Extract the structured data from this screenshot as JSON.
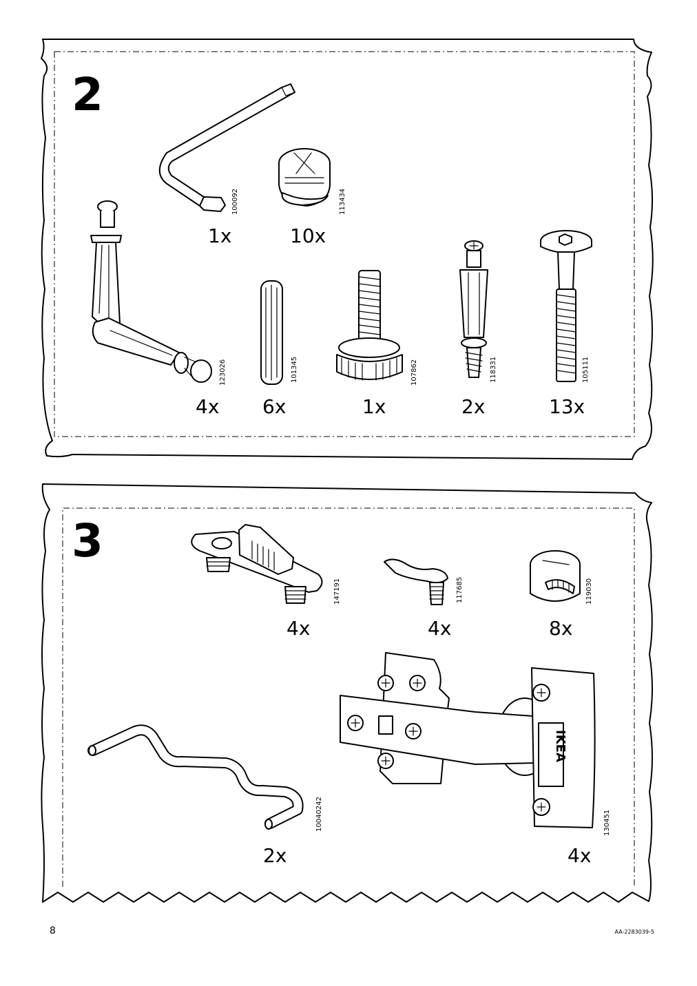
{
  "steps": [
    {
      "number": "2",
      "parts": [
        {
          "code": "100092",
          "qty": "1x",
          "icon": "allen-key-icon"
        },
        {
          "code": "113434",
          "qty": "10x",
          "icon": "cam-lock-icon"
        },
        {
          "code": "123026",
          "qty": "4x",
          "icon": "cam-pin-icon"
        },
        {
          "code": "101345",
          "qty": "6x",
          "icon": "wooden-dowel-icon"
        },
        {
          "code": "107862",
          "qty": "1x",
          "icon": "adjustable-foot-icon"
        },
        {
          "code": "118331",
          "qty": "2x",
          "icon": "connector-bolt-icon"
        },
        {
          "code": "105111",
          "qty": "13x",
          "icon": "hex-bolt-icon"
        }
      ]
    },
    {
      "number": "3",
      "parts": [
        {
          "code": "147191",
          "qty": "4x",
          "icon": "drawer-clip-icon"
        },
        {
          "code": "117685",
          "qty": "4x",
          "icon": "shelf-support-icon"
        },
        {
          "code": "119030",
          "qty": "8x",
          "icon": "cam-lock-icon"
        },
        {
          "code": "10040242",
          "qty": "2x",
          "icon": "wire-rod-icon"
        },
        {
          "code": "130451",
          "qty": "4x",
          "icon": "hinge-icon"
        }
      ]
    }
  ],
  "hinge_brand": "IKEA",
  "footer": {
    "page": "8",
    "doc_id": "AA-2283039-5"
  }
}
